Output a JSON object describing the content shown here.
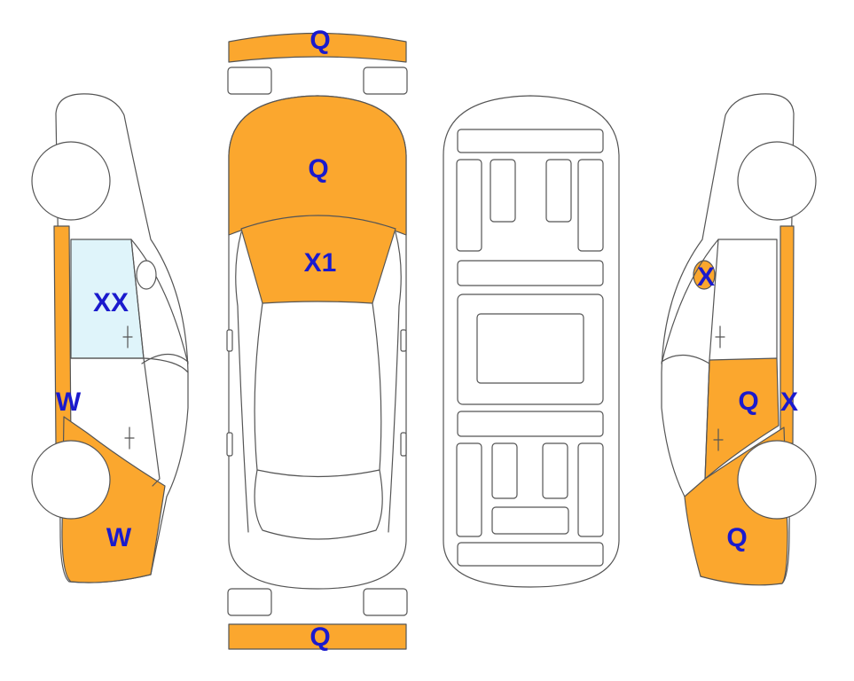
{
  "colors": {
    "damage": "#FBA72E",
    "glass_damage": "#DFF4FA",
    "label": "#1A1ACD",
    "line": "#555555",
    "background": "#FFFFFF"
  },
  "marks": {
    "front_bumper": "Q",
    "hood": "Q",
    "windshield": "X1",
    "rear_bumper": "Q",
    "left_front_door_glass": "XX",
    "left_rocker": "W",
    "left_front_fender": "W",
    "right_mirror": "X",
    "right_front_door": "Q",
    "right_rocker": "X",
    "right_front_fender": "Q"
  }
}
